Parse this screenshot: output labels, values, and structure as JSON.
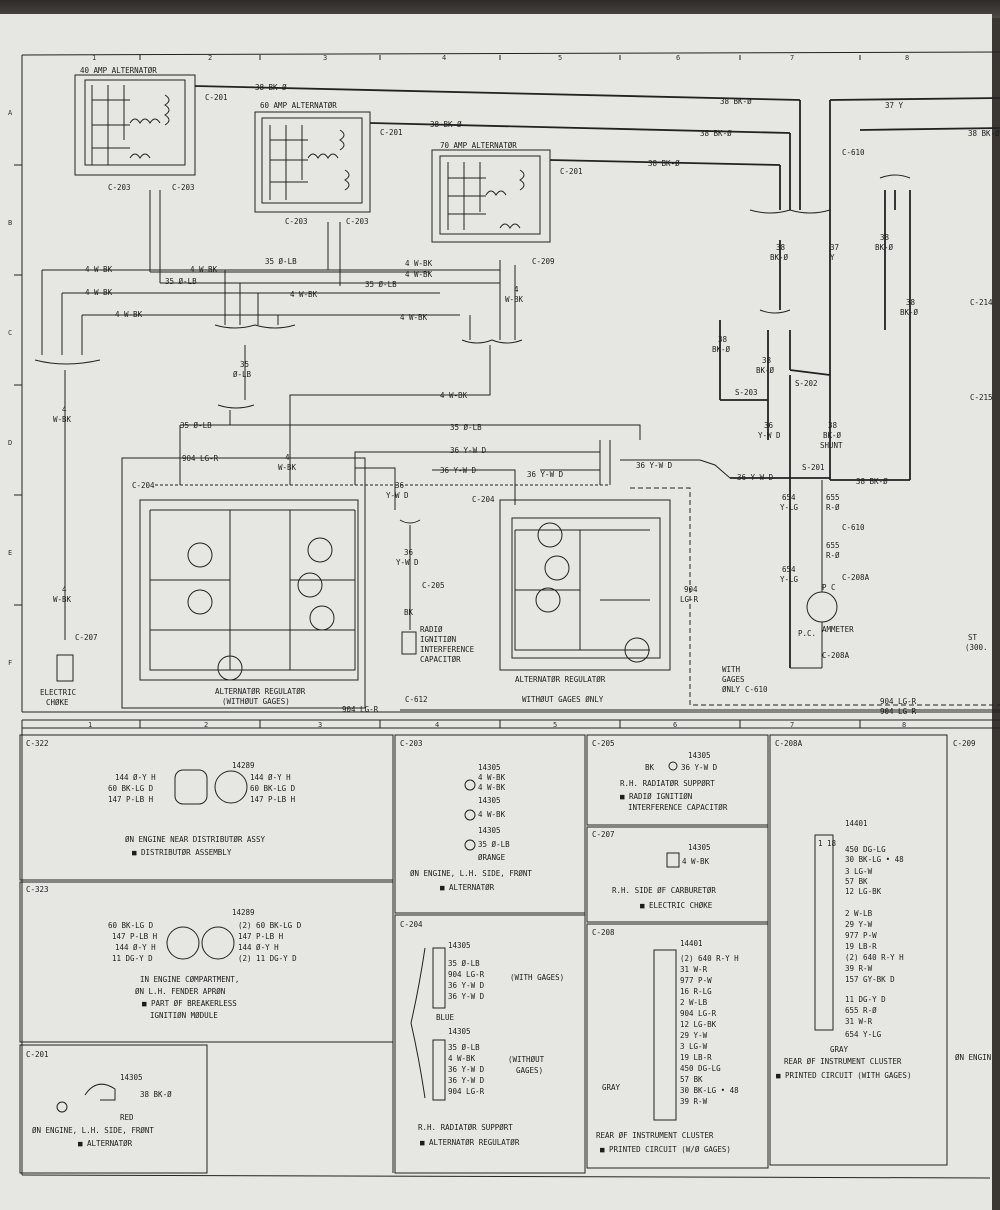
{
  "grid": {
    "cols": [
      "1",
      "2",
      "3",
      "4",
      "5",
      "6",
      "7",
      "8"
    ],
    "rows": [
      "A",
      "B",
      "C",
      "D",
      "E",
      "F"
    ]
  },
  "schematic": {
    "alt40": "40 AMP ALTERNATØR",
    "alt60": "60 AMP ALTERNATØR",
    "alt70": "70 AMP ALTERNATØR",
    "c201": "C-201",
    "c203": "C-203",
    "c204": "C-204",
    "c205": "C-205",
    "c207": "C-207",
    "c208a": "C-208A",
    "c209": "C-209",
    "c214": "C-214",
    "c215": "C-215",
    "c610": "C-610",
    "c612": "C-612",
    "w38bko": "38 BK-Ø",
    "w37y": "37 Y",
    "w4wbk": "4 W-BK",
    "w35olb": "35 Ø-LB",
    "w36ywd": "36 Y-W D",
    "w904lgr": "904 LG-R",
    "n38": "38",
    "n37": "37",
    "n36": "36",
    "n35": "35",
    "n4": "4",
    "n904": "904",
    "n654": "654",
    "n655": "655",
    "bko": "BK-Ø",
    "y": "Y",
    "wbk": "W-BK",
    "olb": "Ø-LB",
    "ywd": "Y-W D",
    "lgr": "LG-R",
    "ylg": "Y-LG",
    "ro": "R-Ø",
    "bk": "BK",
    "s201": "S-201",
    "s202": "S-202",
    "s203": "S-203",
    "shunt": "SHUNT",
    "pc": "P C",
    "pc2": "P.C.",
    "ammeter": "AMMETER",
    "cap": [
      "RADIØ",
      "IGNITIØN",
      "INTERFERENCE",
      "CAPACITØR"
    ],
    "choke": [
      "ELECTRIC",
      "CHØKE"
    ],
    "reg_a": [
      "ALTERNATØR REGULATØR",
      "(WITHØUT GAGES)"
    ],
    "reg_b": "ALTERNATØR REGULATØR",
    "wgo": [
      "WITH",
      "GAGES",
      "ØNLY"
    ],
    "without_gages": "WITHØUT GAGES ØNLY",
    "st": "ST",
    "st2": "(300."
  },
  "panels": {
    "c322": {
      "title": "C-322",
      "part": "14289",
      "left": [
        "144 Ø-Y H",
        "60 BK-LG D",
        "147 P-LB H"
      ],
      "right": [
        "144 Ø-Y H",
        "60 BK-LG D",
        "147 P-LB H"
      ],
      "loc": "ØN ENGINE NEAR DISTRIBUTØR ASSY",
      "note": "■ DISTRIBUTØR ASSEMBLY"
    },
    "c323": {
      "title": "C-323",
      "part": "14289",
      "left": [
        "60 BK-LG D",
        "147 P-LB H",
        "144 Ø-Y H",
        "11 DG-Y D"
      ],
      "right": [
        "(2) 60 BK-LG D",
        "147 P-LB H",
        "144 Ø-Y H",
        "(2) 11 DG-Y D"
      ],
      "loc": [
        "IN ENGINE CØMPARTMENT,",
        "ØN L.H. FENDER APRØN"
      ],
      "note": [
        "■ PART ØF BREAKERLESS",
        "IGNITIØN MØDULE"
      ]
    },
    "c201": {
      "title": "C-201",
      "part": "14305",
      "pin": "38 BK-Ø",
      "color": "RED",
      "loc": "ØN ENGINE, L.H. SIDE, FRØNT",
      "note": "■ ALTERNATØR"
    },
    "c203": {
      "title": "C-203",
      "part": "14305",
      "pins": [
        "4 W-BK",
        "4 W-BK",
        "4 W-BK",
        "35 Ø-LB"
      ],
      "color": "ØRANGE",
      "loc": "ØN ENGINE, L.H. SIDE, FRØNT",
      "note": "■ ALTERNATØR"
    },
    "c204": {
      "title": "C-204",
      "part": "14305",
      "with": [
        "35 Ø-LB",
        "904 LG-R",
        "36 Y-W D",
        "36 Y-W D"
      ],
      "with_label": "(WITH GAGES)",
      "color": "BLUE",
      "without": [
        "35 Ø-LB",
        "4 W-BK",
        "36 Y-W D",
        "36 Y-W D",
        "904 LG-R"
      ],
      "without_label": [
        "(WITHØUT",
        "GAGES)"
      ],
      "loc": "R.H. RADIATØR SUPPØRT",
      "note": "■ ALTERNATØR REGULATØR"
    },
    "c205": {
      "title": "C-205",
      "part": "14305",
      "left": "BK",
      "right": "36 Y-W D",
      "loc": "R.H. RADIATØR SUPPØRT",
      "note": [
        "■ RADIØ IGNITIØN",
        "INTERFERENCE CAPACITØR"
      ]
    },
    "c207": {
      "title": "C-207",
      "part": "14305",
      "pin": "4 W-BK",
      "loc": "R.H. SIDE ØF CARBURETØR",
      "note": "■ ELECTRIC CHØKE"
    },
    "c208": {
      "title": "C-208",
      "part": "14401",
      "pins": [
        "(2) 640 R-Y H",
        "31 W-R",
        "977 P-W",
        "16 R-LG",
        "2 W-LB",
        "904 LG-R",
        "12 LG-BK",
        "29 Y-W",
        "3 LG-W",
        "19 LB-R",
        "450 DG-LG",
        "57 BK",
        "30 BK-LG • 48",
        "39 R-W"
      ],
      "color": "GRAY",
      "loc": "REAR ØF INSTRUMENT CLUSTER",
      "note": "■ PRINTED CIRCUIT (W/Ø GAGES)"
    },
    "c208a": {
      "title": "C-208A",
      "part": "14401",
      "corner": "1 18",
      "pins": [
        "450 DG-LG",
        "30 BK-LG • 48",
        "3 LG-W",
        "57 BK",
        "12 LG-BK",
        "2 W-LB",
        "29 Y-W",
        "977 P-W",
        "19 LB-R",
        "(2) 640 R-Y H",
        "39 R-W",
        "157 GY-BK D",
        "11 DG-Y D",
        "655 R-Ø",
        "31 W-R",
        "654 Y-LG"
      ],
      "color": "GRAY",
      "loc": "REAR ØF INSTRUMENT CLUSTER",
      "note": "■ PRINTED CIRCUIT (WITH GAGES)"
    },
    "c209": {
      "title": "C-209",
      "loc": "ØN ENGIN"
    }
  }
}
